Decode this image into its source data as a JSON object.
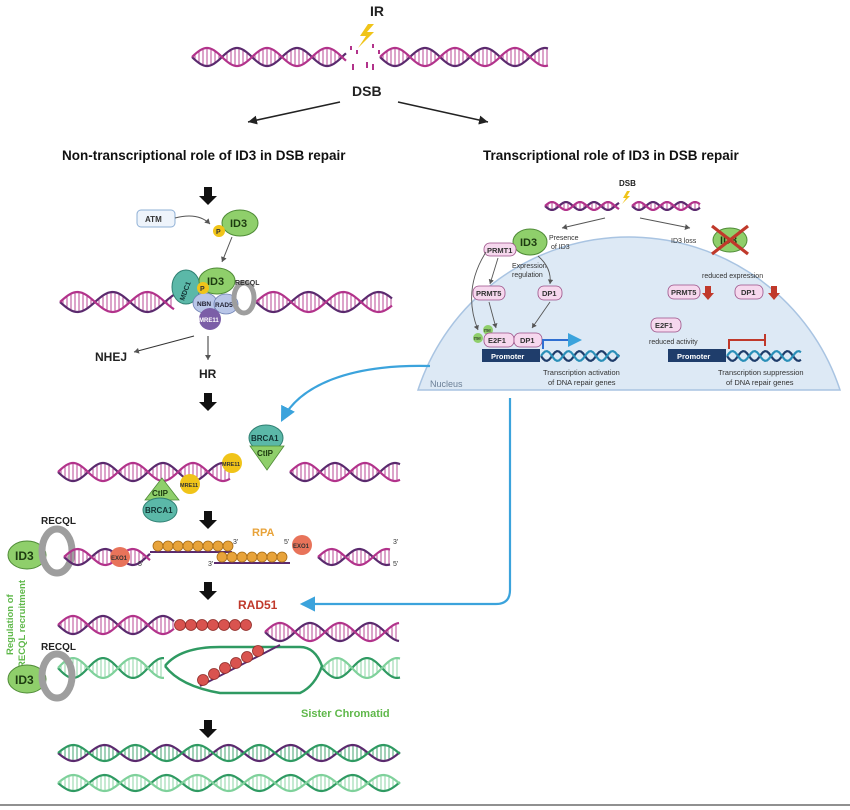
{
  "top": {
    "ir": "IR",
    "dsb": "DSB"
  },
  "headings": {
    "left": "Non-transcriptional role of ID3 in DSB repair",
    "right": "Transcriptional role of ID3 in DSB repair"
  },
  "left": {
    "atm": "ATM",
    "id3": "ID3",
    "p": "P",
    "mdc1": "MDC1",
    "recql": "RECQL",
    "nbn": "NBN",
    "rad50": "RAD50",
    "mre11": "MRE11",
    "nhej": "NHEJ",
    "hr": "HR",
    "brca1": "BRCA1",
    "ctip": "CtIP",
    "rpa": "RPA",
    "exo1": "EXO1",
    "rad51": "RAD51",
    "three_prime": "3'",
    "five_prime": "5'",
    "regulation_line1": "Regulation of",
    "regulation_line2": "RECQL recruitment",
    "sister": "Sister Chromatid"
  },
  "nucleus": {
    "label": "Nucleus",
    "dsb": "DSB",
    "id3": "ID3",
    "presence_line1": "Presence",
    "presence_line2": "of ID3",
    "expr_line1": "Expression",
    "expr_line2": "regulation",
    "prmt1": "PRMT1",
    "prmt5": "PRMT5",
    "dp1": "DP1",
    "e2f1": "E2F1",
    "me": "me",
    "promoter": "Promoter",
    "activation_line1": "Transcription activation",
    "activation_line2": "of DNA repair genes",
    "id3_loss": "ID3 loss",
    "reduced_expression": "reduced expression",
    "reduced_activity": "reduced activity",
    "suppression_line1": "Transcription suppression",
    "suppression_line2": "of DNA repair genes"
  },
  "colors": {
    "dna_purple": "#5b2a6e",
    "dna_magenta": "#b2338b",
    "dna_green": "#2f9a62",
    "id3_green": "#8fcf6b",
    "pink": "#f6d8ee",
    "teal": "#5bb8a8",
    "yellow": "#f0c419",
    "orange": "#e8a33a",
    "red": "#c0392b",
    "blue_arrow": "#3ba3dc",
    "navy": "#1f3d6b",
    "nucleus_fill": "#dde9f5"
  }
}
